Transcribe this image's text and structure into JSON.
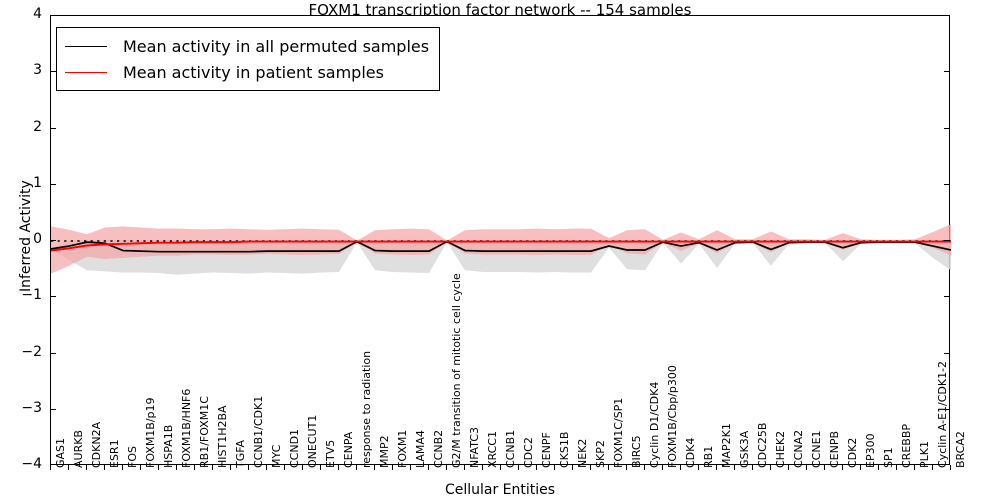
{
  "chart_data": {
    "type": "line",
    "title": "FOXM1 transcription factor network -- 154 samples",
    "xlabel": "Cellular Entities",
    "ylabel": "Inferred Activity",
    "ylim": [
      -4,
      4
    ],
    "yticks": [
      -4,
      -3,
      -2,
      -1,
      0,
      1,
      2,
      3,
      4
    ],
    "grid": false,
    "legend_position": "upper left",
    "zero_reference_line": true,
    "n_samples": 154,
    "categories": [
      "GAS1",
      "AURKB",
      "CDKN2A",
      "ESR1",
      "FOS",
      "FOXM1B/p19",
      "HSPA1B",
      "FOXM1B/HNF6",
      "RB1/FOXM1C",
      "HIST1H2BA",
      "TGFA",
      "CCNB1/CDK1",
      "MYC",
      "CCND1",
      "ONECUT1",
      "ETV5",
      "CENPA",
      "response to radiation",
      "MMP2",
      "FOXM1",
      "LAMA4",
      "CCNB2",
      "G2/M transition of mitotic cell cycle",
      "NFATC3",
      "XRCC1",
      "CCNB1",
      "CDC2",
      "CENPF",
      "CKS1B",
      "NEK2",
      "SKP2",
      "FOXM1C/SP1",
      "BIRC5",
      "Cyclin D1/CDK4",
      "FOXM1B/Cbp/p300",
      "CDK4",
      "RB1",
      "MAP2K1",
      "GSK3A",
      "CDC25B",
      "CHEK2",
      "CCNA2",
      "CCNE1",
      "CENPB",
      "CDK2",
      "EP300",
      "SP1",
      "CREBBP",
      "PLK1",
      "Cyclin A-E1/CDK1-2",
      "BRCA2"
    ],
    "series": [
      {
        "name": "Mean activity in all permuted samples",
        "color": "#000000",
        "band_color": "#d9d9d9",
        "values": [
          -0.14,
          -0.09,
          -0.02,
          -0.04,
          -0.17,
          -0.18,
          -0.19,
          -0.19,
          -0.19,
          -0.19,
          -0.19,
          -0.19,
          -0.18,
          -0.18,
          -0.18,
          -0.18,
          -0.18,
          -0.01,
          -0.17,
          -0.18,
          -0.18,
          -0.18,
          -0.01,
          -0.17,
          -0.18,
          -0.18,
          -0.18,
          -0.18,
          -0.18,
          -0.18,
          -0.18,
          -0.09,
          -0.16,
          -0.16,
          -0.02,
          -0.09,
          -0.03,
          -0.16,
          -0.03,
          -0.02,
          -0.15,
          -0.03,
          -0.02,
          -0.02,
          -0.12,
          -0.03,
          -0.02,
          -0.02,
          -0.02,
          -0.09,
          -0.16
        ],
        "band_lower": [
          -0.14,
          -0.34,
          -0.52,
          -0.54,
          -0.56,
          -0.56,
          -0.57,
          -0.6,
          -0.58,
          -0.56,
          -0.57,
          -0.58,
          -0.56,
          -0.57,
          -0.58,
          -0.56,
          -0.55,
          -0.02,
          -0.52,
          -0.55,
          -0.56,
          -0.57,
          -0.02,
          -0.52,
          -0.55,
          -0.55,
          -0.55,
          -0.56,
          -0.55,
          -0.56,
          -0.56,
          -0.12,
          -0.5,
          -0.52,
          -0.03,
          -0.4,
          -0.05,
          -0.48,
          -0.05,
          -0.04,
          -0.44,
          -0.05,
          -0.04,
          -0.03,
          -0.36,
          -0.05,
          -0.03,
          -0.03,
          -0.04,
          -0.3,
          -0.52
        ],
        "band_upper": [
          -0.14,
          0.01,
          0.02,
          0.02,
          0.02,
          0.02,
          0.02,
          0.02,
          0.02,
          0.02,
          0.02,
          0.02,
          0.02,
          0.02,
          0.02,
          0.02,
          0.02,
          0.0,
          0.02,
          0.02,
          0.02,
          0.02,
          0.0,
          0.02,
          0.02,
          0.02,
          0.02,
          0.02,
          0.02,
          0.02,
          0.02,
          0.01,
          0.02,
          0.02,
          0.0,
          0.02,
          0.01,
          0.02,
          0.01,
          0.01,
          0.02,
          0.01,
          0.01,
          0.01,
          0.02,
          0.01,
          0.01,
          0.01,
          0.01,
          0.02,
          0.02
        ]
      },
      {
        "name": "Mean activity in patient samples",
        "color": "#ff0000",
        "band_color": "#f4a6a6",
        "values": [
          -0.17,
          -0.13,
          -0.08,
          -0.06,
          -0.05,
          -0.04,
          -0.03,
          -0.03,
          -0.02,
          -0.02,
          -0.02,
          -0.01,
          -0.01,
          -0.01,
          -0.01,
          -0.01,
          -0.01,
          -0.01,
          -0.01,
          -0.01,
          -0.01,
          -0.01,
          -0.01,
          -0.01,
          -0.01,
          -0.01,
          -0.01,
          -0.01,
          -0.01,
          -0.01,
          -0.01,
          -0.01,
          -0.01,
          -0.01,
          -0.01,
          -0.01,
          -0.01,
          -0.01,
          -0.01,
          -0.01,
          -0.01,
          -0.01,
          -0.01,
          -0.01,
          -0.01,
          -0.01,
          -0.01,
          -0.01,
          -0.01,
          -0.01,
          -0.01
        ],
        "band_lower": [
          -0.58,
          -0.44,
          -0.28,
          -0.32,
          -0.3,
          -0.28,
          -0.26,
          -0.26,
          -0.24,
          -0.24,
          -0.25,
          -0.24,
          -0.23,
          -0.24,
          -0.25,
          -0.24,
          -0.23,
          -0.02,
          -0.22,
          -0.24,
          -0.25,
          -0.24,
          -0.02,
          -0.22,
          -0.24,
          -0.24,
          -0.24,
          -0.25,
          -0.24,
          -0.25,
          -0.25,
          -0.06,
          -0.22,
          -0.24,
          -0.02,
          -0.18,
          -0.03,
          -0.22,
          -0.03,
          -0.03,
          -0.2,
          -0.03,
          -0.03,
          -0.02,
          -0.16,
          -0.03,
          -0.02,
          -0.02,
          -0.03,
          -0.12,
          -0.26
        ],
        "band_upper": [
          0.26,
          0.2,
          0.12,
          0.24,
          0.26,
          0.24,
          0.22,
          0.22,
          0.21,
          0.21,
          0.22,
          0.21,
          0.2,
          0.21,
          0.22,
          0.21,
          0.2,
          0.01,
          0.19,
          0.21,
          0.22,
          0.21,
          0.01,
          0.19,
          0.21,
          0.21,
          0.21,
          0.22,
          0.21,
          0.22,
          0.22,
          0.05,
          0.19,
          0.21,
          0.02,
          0.15,
          0.03,
          0.19,
          0.03,
          0.03,
          0.17,
          0.03,
          0.03,
          0.02,
          0.14,
          0.03,
          0.02,
          0.02,
          0.03,
          0.16,
          0.3
        ]
      }
    ]
  },
  "legend": {
    "items": [
      {
        "label": "Mean activity in all permuted samples",
        "color": "#000000"
      },
      {
        "label": "Mean activity in patient samples",
        "color": "#ff0000"
      }
    ]
  }
}
